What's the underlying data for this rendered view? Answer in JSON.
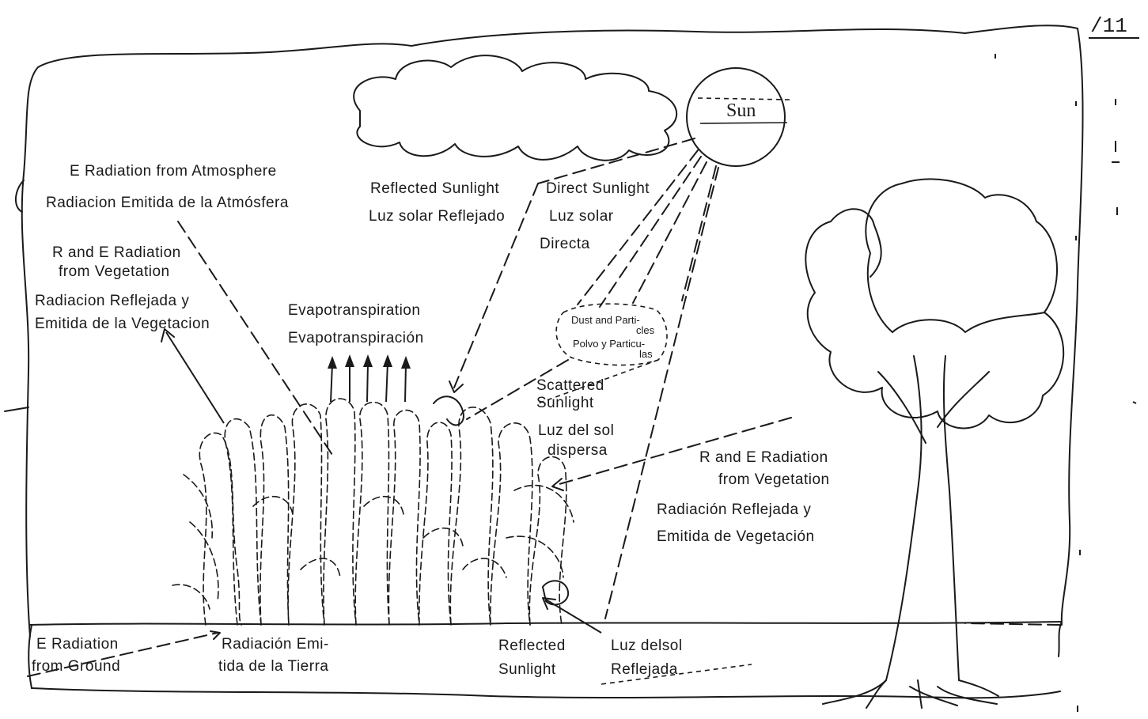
{
  "page_number": "/11",
  "labels": {
    "sun": "Sun",
    "e_rad_atm_en": "E Radiation  from Atmosphere",
    "e_rad_atm_es": "Radiacion Emitida de la Atmósfera",
    "reflected_sunlight_en": "Reflected Sunlight",
    "reflected_sunlight_es": "Luz solar Reflejado",
    "direct_sunlight_en": "Direct Sunlight",
    "direct_sunlight_es_1": "Luz  solar",
    "direct_sunlight_es_2": "Directa",
    "re_veg_left_en_1": "R and E Radiation",
    "re_veg_left_en_2": "from Vegetation",
    "re_veg_left_es_1": "Radiacion Reflejada y",
    "re_veg_left_es_2": "Emitida de la Vegetacion",
    "evapo_en": "Evapotranspiration",
    "evapo_es": "Evapotranspiración",
    "dust_en": "Dust and Parti-",
    "dust_en_2": "cles",
    "dust_es": "Polvo y Particu-",
    "dust_es_2": "las",
    "scattered_en_1": "Scattered",
    "scattered_en_2": "Sunlight",
    "scattered_es_1": "Luz del sol",
    "scattered_es_2": "dispersa",
    "re_veg_right_en_1": "R and E Radiation",
    "re_veg_right_en_2": "from Vegetation",
    "re_veg_right_es_1": "Radiación Reflejada y",
    "re_veg_right_es_2": "Emitida de Vegetación",
    "e_rad_ground_en_1": "E Radiation",
    "e_rad_ground_en_2": "from Ground",
    "e_rad_ground_es_1": "Radiación Emi-",
    "e_rad_ground_es_2": "tida de la Tierra",
    "reflected_ground_en_1": "Reflected",
    "reflected_ground_en_2": "Sunlight",
    "reflected_ground_es_1": "Luz  delsol",
    "reflected_ground_es_2": "Reflejada"
  }
}
